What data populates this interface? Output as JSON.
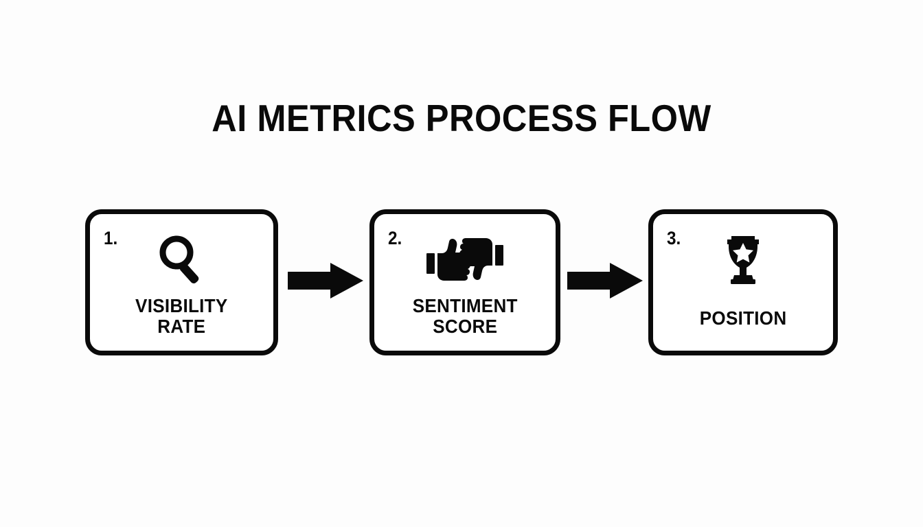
{
  "page": {
    "title": "AI METRICS PROCESS FLOW",
    "background_color": "#fdfdfd",
    "ink_color": "#0a0a0a"
  },
  "flow": {
    "steps": [
      {
        "number": "1.",
        "icon": "magnifying-glass-icon",
        "label": "VISIBILITY\nRATE"
      },
      {
        "number": "2.",
        "icon": "thumbs-up-down-icon",
        "label": "SENTIMENT\nSCORE"
      },
      {
        "number": "3.",
        "icon": "trophy-star-icon",
        "label": "POSITION"
      }
    ],
    "connectors": [
      {
        "icon": "arrow-right-icon",
        "from": "1.",
        "to": "2."
      },
      {
        "icon": "arrow-right-icon",
        "from": "2.",
        "to": "3."
      }
    ]
  }
}
